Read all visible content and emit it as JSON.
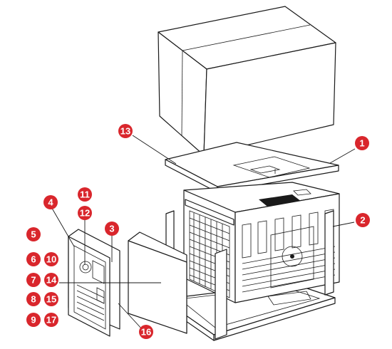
{
  "callouts": {
    "c1": "1",
    "c2": "2",
    "c3": "3",
    "c4": "4",
    "c5": "5",
    "c6": "6",
    "c7": "7",
    "c8": "8",
    "c9": "9",
    "c10": "10",
    "c11": "11",
    "c12": "12",
    "c13": "13",
    "c14": "14",
    "c15": "15",
    "c16": "16",
    "c17": "17"
  },
  "colors": {
    "callout": "#d9262c",
    "line": "#1a1a1a",
    "background": "#ffffff"
  }
}
